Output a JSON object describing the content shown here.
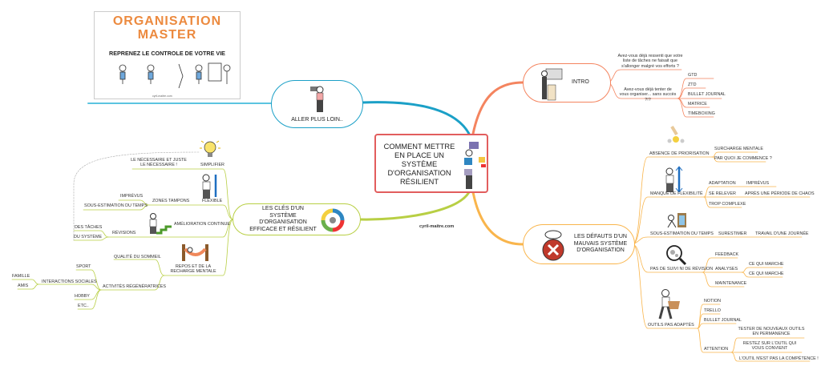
{
  "banner": {
    "title_line1": "ORGANISATION",
    "title_line2": "MASTER",
    "subtitle": "REPRENEZ LE CONTROLE DE VOTRE VIE",
    "footer": "cyril-maitre.com"
  },
  "central": {
    "title": "COMMENT METTRE EN PLACE UN SYSTÈME D'ORGANISATION RÉSILIENT"
  },
  "watermark": "cyril-maitre.com",
  "colors": {
    "intro": "#f4845f",
    "defauts": "#f9b54c",
    "cles": "#b8cf44",
    "aller": "#1ba0c7",
    "central": "#e25d5d"
  },
  "aller": {
    "label": "ALLER PLUS LOIN.."
  },
  "intro": {
    "label": "INTRO",
    "q1": "Avez-vous déjà ressenti que votre liste de tâches ne faisait que s'allonger malgré vos efforts ?",
    "q2": "Avez-vous déjà tenter de vous organiser... sans succès ?!?",
    "methods": [
      "GTD",
      "ZTD",
      "BULLET JOURNAL",
      "MATRICE",
      "TIMEBOXING"
    ]
  },
  "defauts": {
    "label": "LES DÉFAUTS D'UN MAUVAIS SYSTÈME D'ORGANISATION",
    "priorisation": {
      "label": "ABSENCE DE PRIORISATION",
      "children": [
        "SURCHARGE MENTALE",
        "PAR QUOI JE COMMENCE ?"
      ]
    },
    "flexibilite": {
      "label": "MANQUE DE FLEXIBILITÉ",
      "adaptation": "ADAPTATION",
      "imprevus": "IMPRÉVUS",
      "se_relever": "SE RELEVER",
      "apres": "APRÈS UNE PÉRIODE DE CHAOS",
      "complexe": "TROP COMPLEXE"
    },
    "temps": {
      "label": "SOUS-ESTIMATION DU TEMPS",
      "surestimer": "SURESTIMER",
      "travail": "TRAVAIL D'UNE JOURNÉE"
    },
    "suivi": {
      "label": "PAS DE SUIVI NI DE RÉVISION",
      "feedback": "FEEDBACK",
      "analyses": "ANALYSES",
      "marche1": "CE QUI MARCHE",
      "marche2": "CE QUI MARCHE",
      "maintenance": "MAINTENANCE"
    },
    "outils": {
      "label": "OUTILS PAS ADAPTÉS",
      "notion": "NOTION",
      "trello": "TRELLO",
      "bullet": "BULLET JOURNAL",
      "attention": "ATTENTION",
      "tester": "TESTER DE NOUVEAUX OUTILS EN PERMANENCE",
      "restez": "RESTEZ SUR L'OUTIL QUI VOUS CONVIENT",
      "competence": "L'OUTIL N'EST PAS LA COMPÉTENCE !"
    }
  },
  "cles": {
    "label": "LES CLÉS D'UN SYSTÈME D'ORGANISATION EFFICACE ET RÉSILIENT",
    "simplifier": {
      "label": "SIMPLIFIER",
      "child": "LE NÉCESSAIRE ET JUSTE LE NÉCESSAIRE !"
    },
    "flexible": {
      "label": "FLEXIBLE",
      "zones": "ZONES TAMPONS",
      "imprevus": "IMPRÉVUS",
      "sous_estimation": "SOUS-ESTIMATION DU TEMPS"
    },
    "amelioration": {
      "label": "AMÉLIORATION CONTINUE",
      "revisions": "RÉVISIONS",
      "taches": "DES TÂCHES",
      "systeme": "DU SYSTÈME"
    },
    "repos": {
      "label": "REPOS ET DE LA RECHARGE MENTALE",
      "sommeil": "QUALITÉ DU SOMMEIL",
      "activites": "ACTIVITÉS RÉGÉNÉRATRICES",
      "sport": "SPORT",
      "interactions": "INTERACTIONS SOCIALES",
      "famille": "FAMILLE",
      "amis": "AMIS",
      "hobby": "HOBBY",
      "etc": "ETC.."
    }
  }
}
